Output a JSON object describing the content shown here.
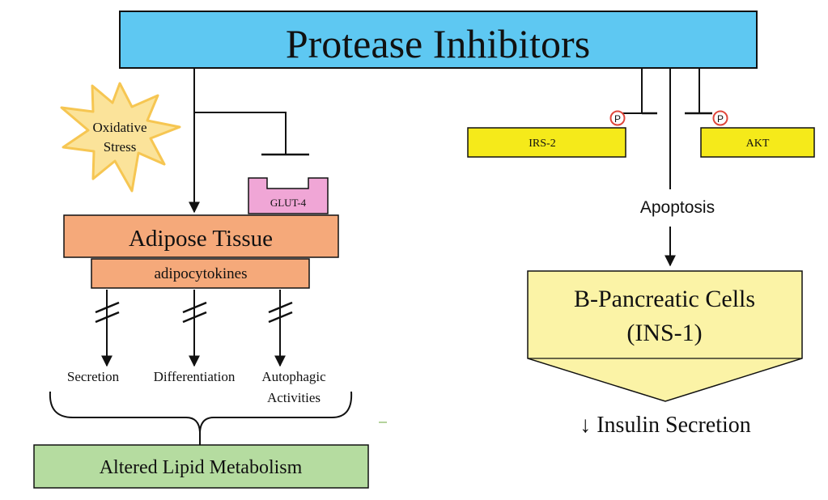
{
  "diagram": {
    "title": "Protease Inhibitors",
    "oxidative_stress": {
      "line1": "Oxidative",
      "line2": "Stress"
    },
    "glut4": "GLUT-4",
    "adipose_tissue": "Adipose Tissue",
    "adipocytokines": "adipocytokines",
    "outcomes": {
      "secretion": "Secretion",
      "differentiation": "Differentiation",
      "autophagic_line1": "Autophagic",
      "autophagic_line2": "Activities"
    },
    "altered_lipid": "Altered Lipid Metabolism",
    "irs2": "IRS-2",
    "akt": "AKT",
    "phospho": "P",
    "apoptosis": "Apoptosis",
    "pancreatic": {
      "line1": "B-Pancreatic Cells",
      "line2": "(INS-1)"
    },
    "insulin": "↓ Insulin Secretion"
  },
  "colors": {
    "title_fill": "#5ec8f2",
    "adipose_fill": "#f5a97a",
    "glut4_fill": "#f0a6d6",
    "star_fill": "#fbe39a",
    "irs_akt_fill": "#f5ea1a",
    "pancreatic_fill": "#fbf3a6",
    "lipid_fill": "#b5dca0",
    "phospho_ring": "#e0473c"
  }
}
